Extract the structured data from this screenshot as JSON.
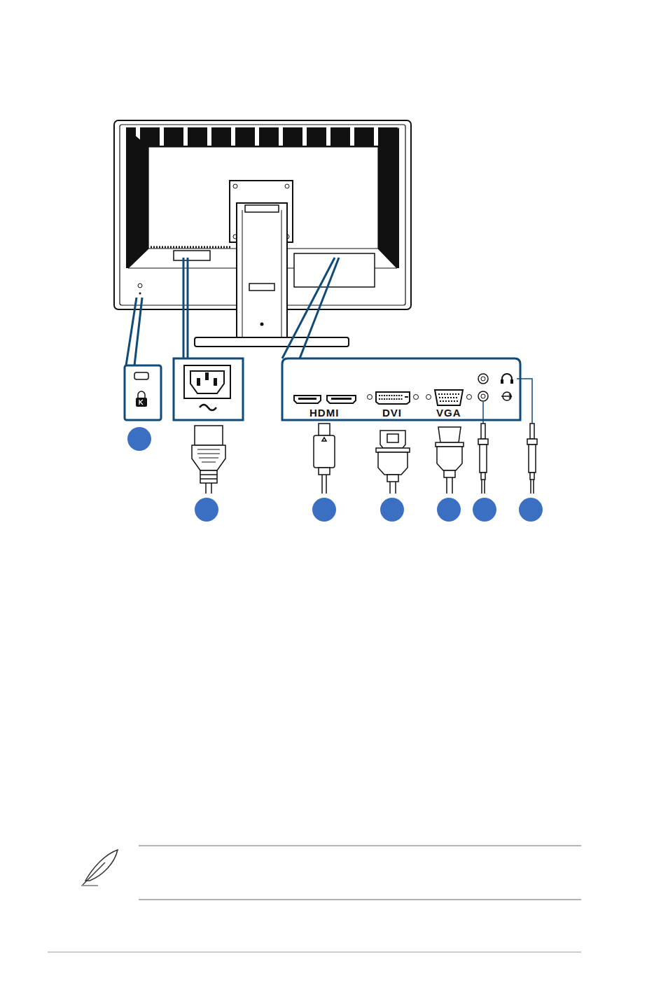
{
  "diagram": {
    "labels": [
      "HDMI",
      "DVI",
      "VGA"
    ]
  }
}
